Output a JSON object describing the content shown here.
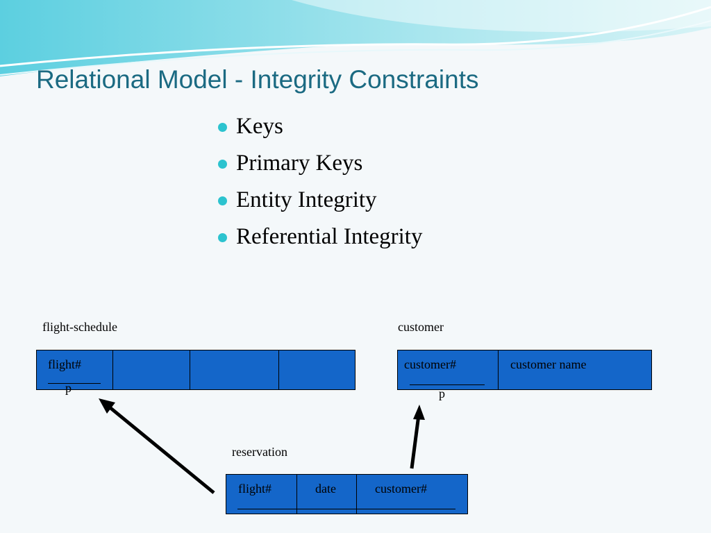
{
  "slide": {
    "title": "Relational Model - Integrity Constraints",
    "bullets": [
      "Keys",
      "Primary Keys",
      "Entity Integrity",
      "Referential Integrity"
    ]
  },
  "tables": {
    "flight_schedule": {
      "name": "flight-schedule",
      "columns": [
        "flight#",
        "",
        "",
        ""
      ],
      "pk_marker": "p"
    },
    "customer": {
      "name": "customer",
      "columns": [
        "customer#",
        "customer name"
      ],
      "pk_marker": "p"
    },
    "reservation": {
      "name": "reservation",
      "columns": [
        "flight#",
        "date",
        "customer#"
      ]
    }
  },
  "colors": {
    "title": "#1b6a82",
    "bullet": "#2cc3cf",
    "table_fill": "#1466c9",
    "wave": "#5ccfe0"
  }
}
